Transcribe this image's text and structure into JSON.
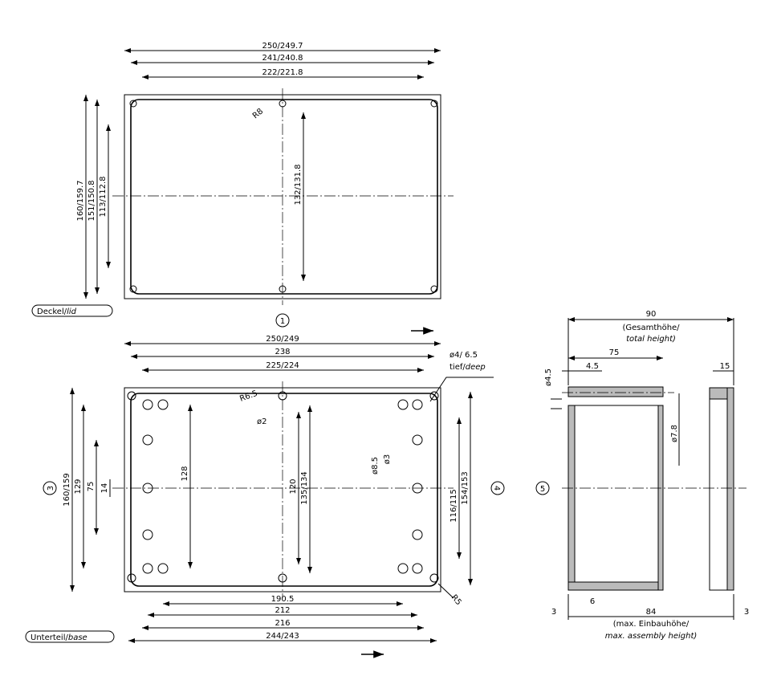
{
  "lid": {
    "label_de": "Deckel/",
    "label_en": "lid",
    "view_number": "1",
    "dims": [
      "250/249.7",
      "241/240.8",
      "222/221.8",
      "160/159.7",
      "151/150.8",
      "113/112.8",
      "132/131.8",
      "R8"
    ]
  },
  "base": {
    "label_de": "Unterteil/",
    "label_en": "base",
    "dims_top": [
      "250/249",
      "238",
      "225/224"
    ],
    "dims_bottom": [
      "190.5",
      "212",
      "216",
      "244/243"
    ],
    "dims_left": [
      "160/159",
      "129",
      "75",
      "14",
      "128"
    ],
    "dims_inner": [
      "120",
      "135/134",
      "ø2",
      "ø8.5",
      "ø3",
      "R6.5"
    ],
    "dims_right": [
      "116/115",
      "154/153",
      "R5"
    ],
    "hole_note": "ø4/ 6.5",
    "hole_note_de": "tief/",
    "hole_note_en": "deep",
    "view_left": "3",
    "view_right": "4"
  },
  "side": {
    "view_number": "5",
    "total": "90",
    "total_de": "(Gesamthöhe/",
    "total_en": "total height)",
    "d75": "75",
    "d45": "4.5",
    "dia45": "ø4.5",
    "dia78": "ø7.8",
    "d15": "15",
    "d3a": "3",
    "d6": "6",
    "d84": "84",
    "d3b": "3",
    "assembly_de": "(max. Einbauhöhe/",
    "assembly_en": "max. assembly height)"
  },
  "dot": "•"
}
